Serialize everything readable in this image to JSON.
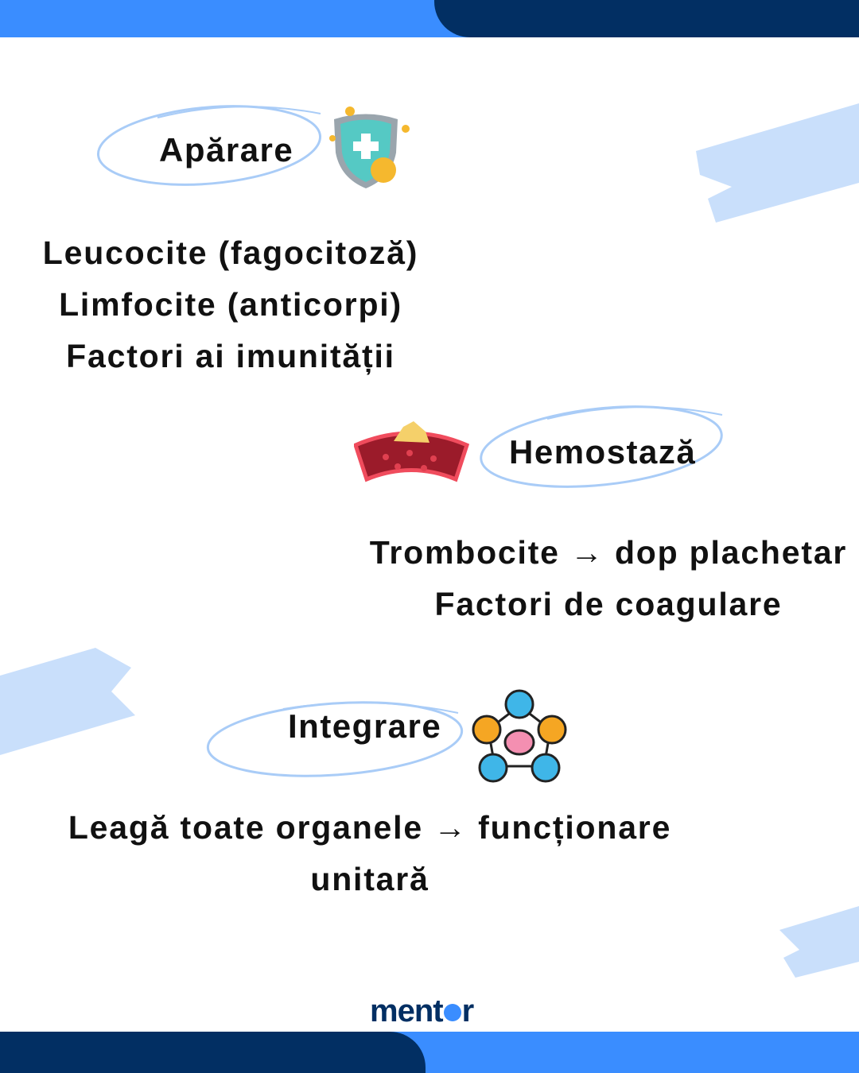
{
  "sections": [
    {
      "title": "Apărare",
      "icon": "shield-virus-icon",
      "lines": [
        "Leucocite (fagocitoză)",
        "Limfocite (anticorpi)",
        "Factori ai imunității"
      ]
    },
    {
      "title": "Hemostază",
      "icon": "blood-vessel-clot-icon",
      "lines": [
        "Trombocite → dop plachetar",
        "Factori de coagulare"
      ]
    },
    {
      "title": "Integrare",
      "icon": "senses-brain-icon",
      "lines": [
        "Leagă toate organele → funcționare",
        "unitară"
      ]
    }
  ],
  "logo": {
    "text_before": "ment",
    "text_after": "r"
  },
  "colors": {
    "blue": "#3a8dff",
    "navy": "#022f63",
    "brush": "#c9dffb"
  }
}
